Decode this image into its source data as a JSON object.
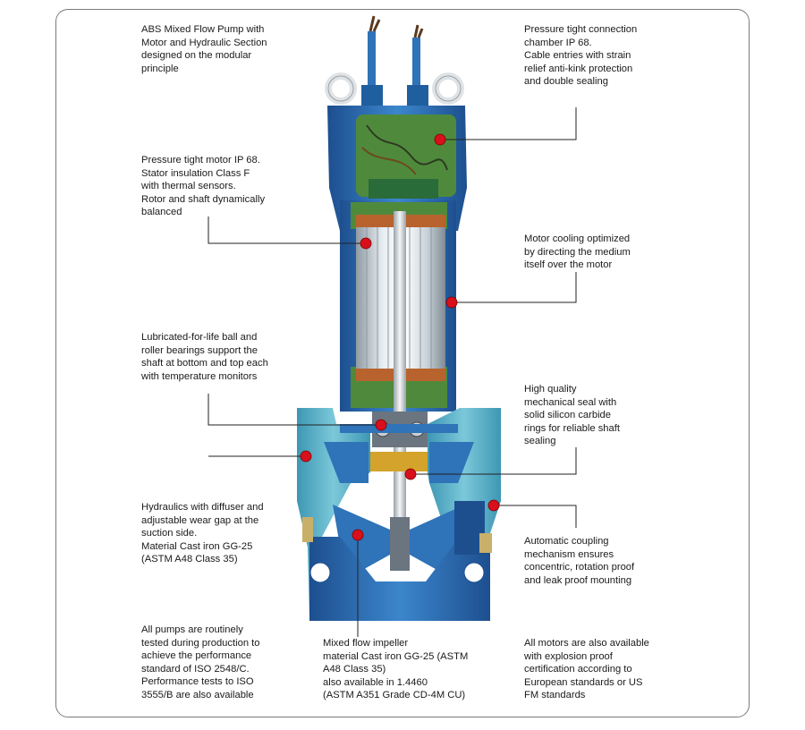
{
  "callouts": {
    "top_left": [
      "ABS Mixed Flow Pump with",
      "Motor and Hydraulic Section",
      "designed on the modular",
      "principle"
    ],
    "motor": [
      "Pressure tight motor IP 68.",
      "Stator insulation Class F",
      "with thermal sensors.",
      "Rotor and shaft dynamically",
      "balanced"
    ],
    "bearings": [
      "Lubricated-for-life ball and",
      "roller bearings support the",
      "shaft at bottom and top each",
      "with temperature monitors"
    ],
    "hydraulics": [
      "Hydraulics with diffuser and",
      "adjustable wear gap at the",
      "suction side.",
      "Material Cast iron GG-25",
      "(ASTM A48 Class 35)"
    ],
    "testing": [
      "All pumps are routinely",
      "tested during production to",
      "achieve the performance",
      "standard of ISO 2548/C.",
      "Performance tests to ISO",
      "3555/B are also available"
    ],
    "impeller": [
      "Mixed flow impeller",
      "material Cast iron GG-25 (ASTM",
      "A48 Class 35)",
      "also available in 1.4460",
      "(ASTM A351 Grade CD-4M CU)"
    ],
    "connection": [
      "Pressure tight connection",
      "chamber IP 68.",
      "Cable entries with strain",
      "relief anti-kink protection",
      "and double sealing"
    ],
    "cooling": [
      "Motor cooling optimized",
      "by directing the medium",
      "itself over the motor"
    ],
    "seal": [
      "High quality",
      "mechanical seal with",
      "solid silicon carbide",
      "rings for reliable shaft",
      "sealing"
    ],
    "coupling": [
      "Automatic coupling",
      "mechanism ensures",
      "concentric, rotation proof",
      "and leak proof mounting"
    ],
    "explosion": [
      "All motors are also available",
      "with explosion proof",
      "certification according to",
      "European standards or US",
      "FM standards"
    ]
  },
  "colors": {
    "casing_blue": "#2f73b8",
    "volute_teal": "#5eb3c9",
    "motor_green": "#4f8a3c",
    "marker_red": "#d8101b"
  }
}
